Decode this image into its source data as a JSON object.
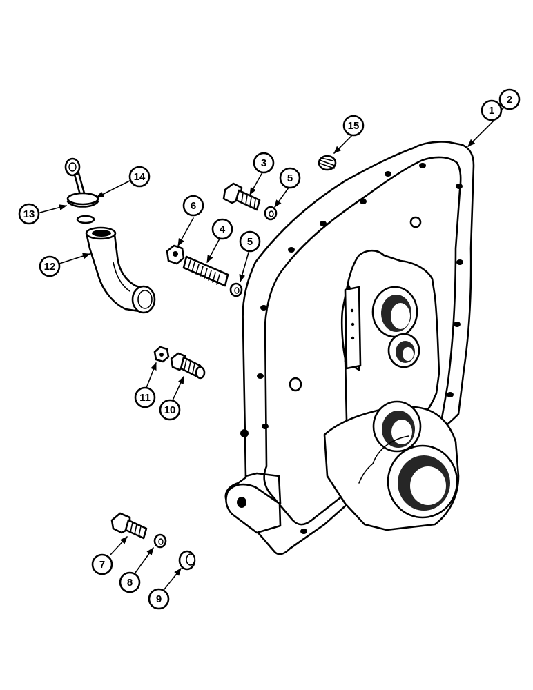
{
  "diagram": {
    "callouts": [
      {
        "id": "c1",
        "label": "1"
      },
      {
        "id": "c2",
        "label": "2"
      },
      {
        "id": "c3",
        "label": "3"
      },
      {
        "id": "c4",
        "label": "4"
      },
      {
        "id": "c5a",
        "label": "5"
      },
      {
        "id": "c5b",
        "label": "5"
      },
      {
        "id": "c6",
        "label": "6"
      },
      {
        "id": "c7",
        "label": "7"
      },
      {
        "id": "c8",
        "label": "8"
      },
      {
        "id": "c9",
        "label": "9"
      },
      {
        "id": "c10",
        "label": "10"
      },
      {
        "id": "c11",
        "label": "11"
      },
      {
        "id": "c12",
        "label": "12"
      },
      {
        "id": "c13",
        "label": "13"
      },
      {
        "id": "c14",
        "label": "14"
      },
      {
        "id": "c15",
        "label": "15"
      }
    ]
  }
}
